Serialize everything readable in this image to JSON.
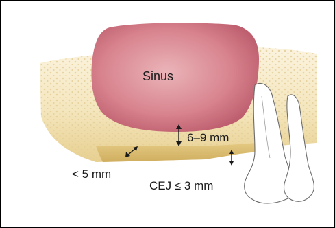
{
  "diagram": {
    "labels": {
      "sinus": "Sinus",
      "height_range": "6–9 mm",
      "width_limit": "< 5 mm",
      "cej": "CEJ ≤ 3 mm"
    },
    "colors": {
      "frame": "#000000",
      "sinus_fill_light": "#e7a8ad",
      "sinus_fill_dark": "#b95a67",
      "bone_light": "#fbf1d8",
      "bone_mid": "#efdca7",
      "bone_dark": "#d9bd74",
      "tooth": "#ffffff",
      "tooth_outline": "#6b6b6b",
      "arrow": "#1a1a1a",
      "text": "#1a1a1a"
    }
  }
}
